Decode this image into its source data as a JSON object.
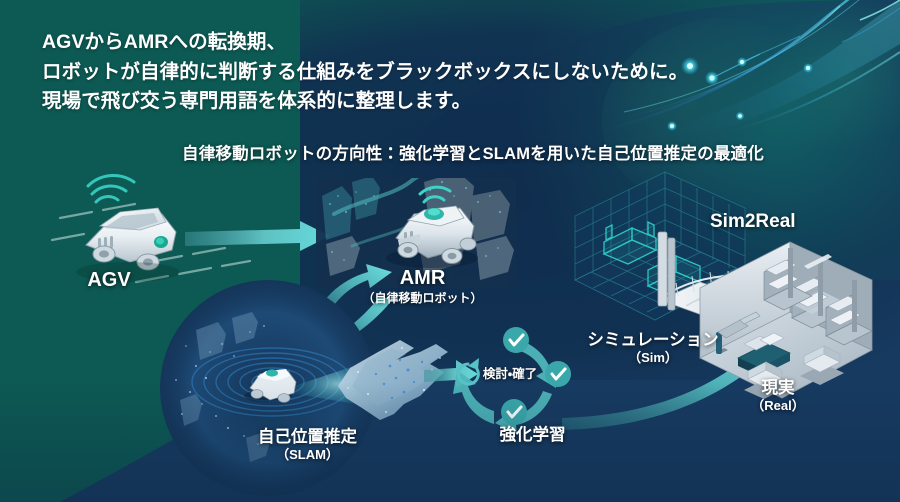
{
  "headline": {
    "line1": "AGVからAMRへの転換期、",
    "line2": "ロボットが自律的に判断する仕組みをブラックボックスにしないために。",
    "line3": "現場で飛び交う専門用語を体系的に整理します。"
  },
  "subtitle": "自律移動ロボットの方向性：強化学習とSLAMを用いた自己位置推定の最適化",
  "nodes": {
    "agv": {
      "label": "AGV",
      "sub": ""
    },
    "amr": {
      "label": "AMR",
      "sub": "（自律移動ロボット）"
    },
    "slam": {
      "label": "自己位置推定",
      "sub": "（SLAM）"
    },
    "rl": {
      "label": "強化学習",
      "sub": ""
    },
    "sim": {
      "label": "シミュレーション",
      "sub": "（Sim）"
    },
    "real": {
      "label": "現実",
      "sub": "（Real）"
    },
    "sim2real": {
      "label": "Sim2Real",
      "sub": ""
    }
  },
  "cycle": {
    "center_label": "検討・確了",
    "checks": [
      "check-icon",
      "check-icon",
      "check-icon"
    ]
  },
  "icons": {
    "agv_vehicle": "agv-vehicle-icon",
    "amr_vehicle": "amr-vehicle-icon",
    "wifi_signal": "wifi-signal-icon",
    "lidar_scan": "lidar-scan-icon",
    "point_cloud_map": "point-cloud-map-icon",
    "sim_room": "simulation-wireframe-room-icon",
    "real_room": "real-warehouse-room-icon",
    "bridge": "suspension-bridge-icon",
    "arrow_agv_amr": "arrow-right-icon",
    "arrow_amr_slam": "arrow-curved-down-icon",
    "arrow_slam_amr": "arrow-curved-up-icon",
    "arrow_slam_rl": "arrow-right-icon",
    "arrow_sim_real": "arrow-curved-up-right-icon",
    "cycle_loop": "circular-arrows-icon"
  },
  "colors": {
    "background_teal": "#0d5953",
    "background_navy": "#173a60",
    "background_navy_deep": "#11304f",
    "accent_cyan": "#41c8c6",
    "accent_light_cyan": "#9fe3e2",
    "accent_blue": "#2fa8e8",
    "text_white": "#ffffff",
    "arrow_teal": "#4fb9bb"
  }
}
